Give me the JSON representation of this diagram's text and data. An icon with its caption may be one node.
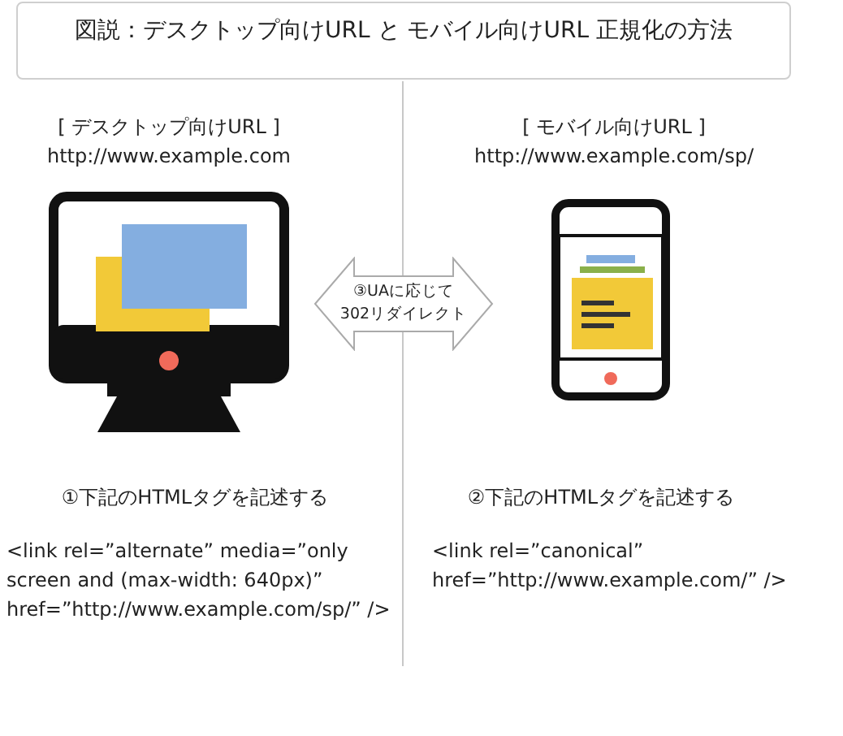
{
  "diagram": {
    "nodes": [
      {
        "text": [
          "図説：デスクトップ向けURL と モバイル向けURL 正規化の方法"
        ]
      },
      {
        "text": [
          "③UAに応じて302リダイレクト"
        ]
      }
    ],
    "labels": [
      "[ デスクトップ向けURL ]",
      "http://www.example.com",
      "[ モバイル向けURL ]",
      "http://www.example.com/sp/",
      "①下記のHTMLタグを記述する",
      "②下記のHTMLタグを記述する",
      "<link rel=”alternate” media=”only screen and (max-width: 640px)” href=”http://www.example.com/sp/” />",
      "<link rel=”canonical” href=”http://www.example.com/” />"
    ]
  }
}
